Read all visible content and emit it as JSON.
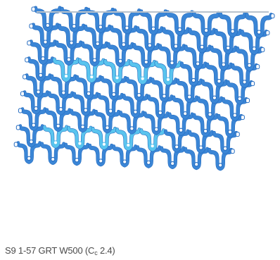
{
  "caption": {
    "prefix": "S9 1-57 GRT W500 (C",
    "sub": "c",
    "suffix": " 2.4)"
  },
  "colors": {
    "background": "#ffffff",
    "belt_main": "#3b86d6",
    "belt_outline": "#256cc0",
    "belt_highlight": "#59c4ee",
    "hole_fill": "#ffffff",
    "top_rod": "#b8c2cc",
    "caption_text": "#4a4a4a"
  },
  "graphic": {
    "subject": "stacked blue plastic modular conveyor belt chain",
    "modules_per_row": 9,
    "stacked_rows": 9,
    "highlighted_rows": [
      3,
      7
    ]
  }
}
